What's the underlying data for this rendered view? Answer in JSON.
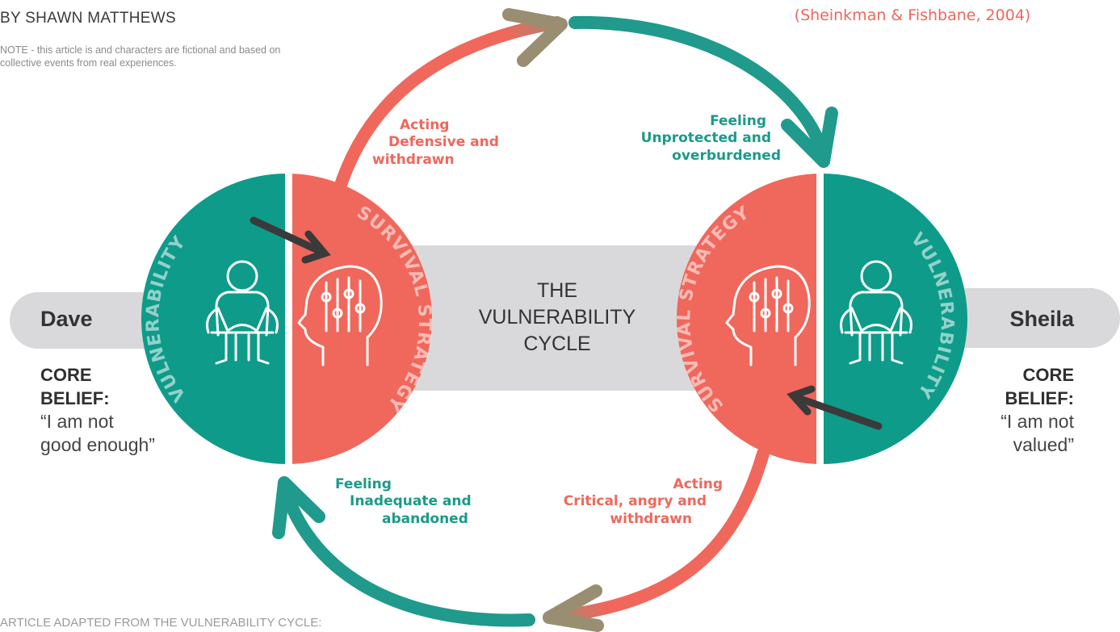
{
  "byline": "BY SHAWN MATTHEWS",
  "note": "NOTE - this article is and characters are fictional and based on collective events from real experiences.",
  "citation": "(Sheinkman & Fishbane, 2004)",
  "footer": "ARTICLE ADAPTED FROM THE VULNERABILITY CYCLE:",
  "center": {
    "line1": "THE",
    "line2": "VULNERABILITY",
    "line3": "CYCLE"
  },
  "dave": {
    "name": "Dave",
    "core_label_1": "CORE",
    "core_label_2": "BELIEF:",
    "quote_1": "“I am not",
    "quote_2": "good enough”",
    "vulnerability_label": "VULNERABILITY",
    "strategy_label": "SURVIVAL STRATEGY"
  },
  "sheila": {
    "name": "Sheila",
    "core_label_1": "CORE",
    "core_label_2": "BELIEF:",
    "quote_1": "“I am not",
    "quote_2": "valued”",
    "vulnerability_label": "VULNERABILITY",
    "strategy_label": "SURVIVAL STRATEGY"
  },
  "top_left": {
    "heading": "Acting",
    "line1": "Defensive and",
    "line2": "withdrawn"
  },
  "top_right": {
    "heading": "Feeling",
    "line1": "Unprotected and",
    "line2": "overburdened"
  },
  "bottom_left": {
    "heading": "Feeling",
    "line1": "Inadequate and",
    "line2": "abandoned"
  },
  "bottom_right": {
    "heading": "Acting",
    "line1": "Critical, angry and",
    "line2": "withdrawn"
  },
  "colors": {
    "teal": "#0e9b8a",
    "coral": "#f0675c",
    "band": "#d9d9db",
    "arrow_dark": "#3a3a3a"
  },
  "icons": [
    "person-hugging-knees-icon",
    "head-sliders-icon"
  ]
}
